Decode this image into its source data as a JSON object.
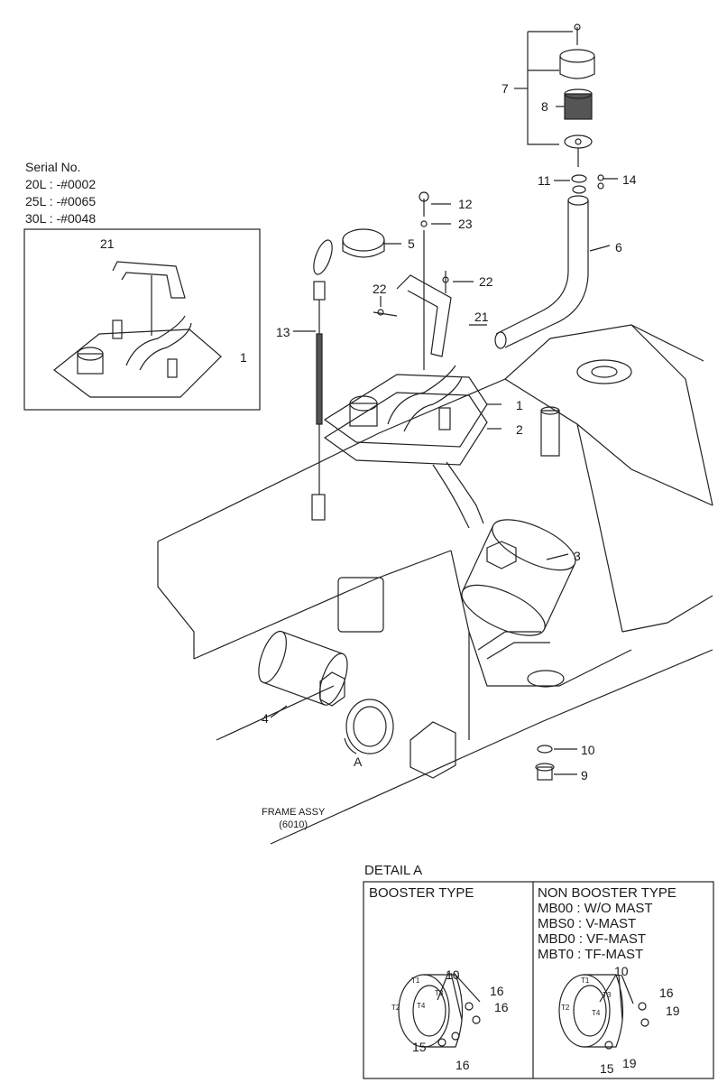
{
  "serial_box": {
    "title": "Serial No.",
    "lines": [
      "20L : -#0002",
      "25L : -#0065",
      "30L : -#0048"
    ]
  },
  "frame_note": {
    "line1": "FRAME ASSY",
    "line2": "(6010)"
  },
  "detail": {
    "title": "DETAIL A",
    "booster": {
      "title": "BOOSTER TYPE"
    },
    "non_booster": {
      "title": "NON BOOSTER TYPE",
      "lines": [
        "MB00 : W/O MAST",
        "MBS0 : V-MAST",
        "MBD0 : VF-MAST",
        "MBT0 : TF-MAST"
      ]
    },
    "tap_labels": [
      "T1",
      "T2",
      "T3",
      "T4"
    ]
  },
  "callouts": {
    "c1": "1",
    "c1b": "1",
    "c2": "2",
    "c3": "3",
    "c4": "4",
    "c5": "5",
    "c6": "6",
    "c7": "7",
    "c8": "8",
    "c9": "9",
    "c10": "10",
    "c11": "11",
    "c12": "12",
    "c13": "13",
    "c14": "14",
    "c21": "21",
    "c21b": "21",
    "c22": "22",
    "c22b": "22",
    "c23": "23",
    "cA": "A",
    "d10a": "10",
    "d15a": "15",
    "d16a": "16",
    "d16b": "16",
    "d16c": "16",
    "d10b": "10",
    "d15b": "15",
    "d16d": "16",
    "d19a": "19",
    "d19b": "19"
  }
}
